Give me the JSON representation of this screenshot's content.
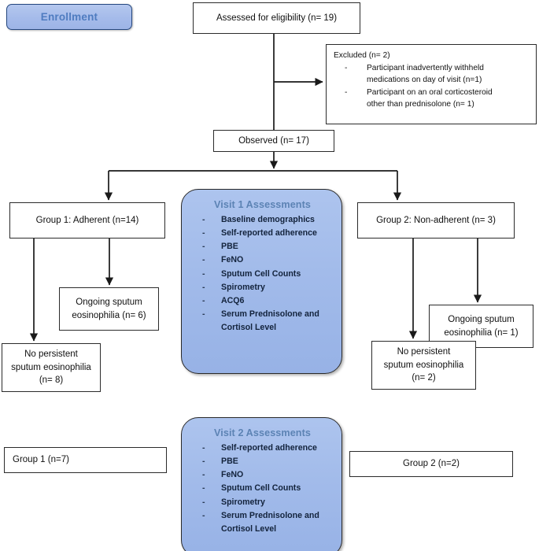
{
  "diagram": {
    "title": "Study participant flow diagram",
    "colors": {
      "box_border": "#2b2b2b",
      "box_fill": "#ffffff",
      "panel_fill": "#a2bbea",
      "panel_border": "#2a2a2a",
      "panel_title_text": "#5c83b4",
      "badge_fill": "#a5bbea",
      "badge_border": "#25477f",
      "badge_text": "#4f7cc0",
      "connector": "#1a1a1a",
      "text": "#101010"
    },
    "enrollment_badge": {
      "label": "Enrollment"
    },
    "nodes": {
      "assessed": {
        "label": "Assessed for eligibility (n= 19)"
      },
      "excluded": {
        "title": "Excluded (n= 2)",
        "bullet_marker": "-",
        "items": [
          {
            "line1": "Participant inadvertently withheld",
            "line2": "medications on day of visit (n=1)"
          },
          {
            "line1": "Participant on an oral corticosteroid",
            "line2": "other than prednisolone  (n= 1)"
          }
        ]
      },
      "observed": {
        "label": "Observed (n= 17)"
      },
      "group1": {
        "label": "Group 1: Adherent (n=14)"
      },
      "group2": {
        "label": "Group 2: Non-adherent (n= 3)"
      },
      "g1_ongoing": {
        "line1": "Ongoing sputum",
        "line2": "eosinophilia (n= 6)"
      },
      "g1_nopersist": {
        "line1": "No persistent",
        "line2": "sputum eosinophilia",
        "line3": "(n= 8)"
      },
      "g2_ongoing": {
        "line1": "Ongoing sputum",
        "line2": "eosinophilia (n= 1)"
      },
      "g2_nopersist": {
        "line1": "No persistent",
        "line2": "sputum eosinophilia",
        "line3": "(n= 2)"
      },
      "group1_visit2": {
        "label": "Group 1 (n=7)"
      },
      "group2_visit2": {
        "label": "Group 2 (n=2)"
      }
    },
    "visit1_panel": {
      "title": "Visit 1 Assessments",
      "bullet_marker": "-",
      "items": [
        {
          "text": "Baseline demographics",
          "cont": ""
        },
        {
          "text": "Self-reported adherence",
          "cont": ""
        },
        {
          "text": "PBE",
          "cont": ""
        },
        {
          "text": "FeNO",
          "cont": ""
        },
        {
          "text": "Sputum Cell Counts",
          "cont": ""
        },
        {
          "text": "Spirometry",
          "cont": ""
        },
        {
          "text": "ACQ6",
          "cont": ""
        },
        {
          "text": "Serum Prednisolone and",
          "cont": "Cortisol Level"
        }
      ]
    },
    "visit2_panel": {
      "title": "Visit 2 Assessments",
      "bullet_marker": "-",
      "items": [
        {
          "text": "Self-reported adherence",
          "cont": ""
        },
        {
          "text": "PBE",
          "cont": ""
        },
        {
          "text": "FeNO",
          "cont": ""
        },
        {
          "text": "Sputum Cell Counts",
          "cont": ""
        },
        {
          "text": "Spirometry",
          "cont": ""
        },
        {
          "text": "Serum Prednisolone and",
          "cont": "Cortisol Level"
        }
      ]
    }
  }
}
